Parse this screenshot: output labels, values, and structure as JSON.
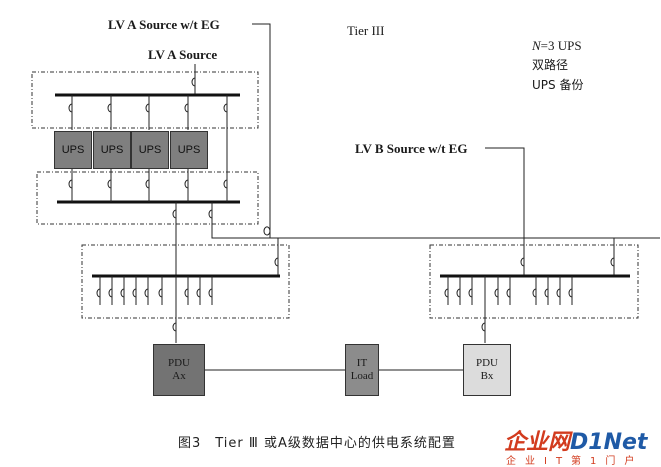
{
  "title": "Tier III",
  "labels": {
    "lv_a_eg": "LV A Source w/t EG",
    "lv_a": "LV A Source",
    "lv_b_eg": "LV B Source w/t EG"
  },
  "notes": {
    "n_prefix": "N",
    "n_rest": "=3 UPS",
    "dual_path": "双路径",
    "ups_backup": "UPS 备份"
  },
  "ups_units": [
    "UPS",
    "UPS",
    "UPS",
    "UPS"
  ],
  "devices": {
    "pdu_a": {
      "line1": "PDU",
      "line2": "Ax",
      "color": "#737373"
    },
    "it_load": {
      "line1": "IT",
      "line2": "Load",
      "color": "#8c8c8c"
    },
    "pdu_b": {
      "line1": "PDU",
      "line2": "Bx",
      "color": "#dcdcdc"
    }
  },
  "caption": "图3　Tier Ⅲ 或A级数据中心的供电系统配置",
  "logo": {
    "word_red": "企业网",
    "word_blue": "D1Net",
    "tagline": "企业IT第1门户"
  }
}
